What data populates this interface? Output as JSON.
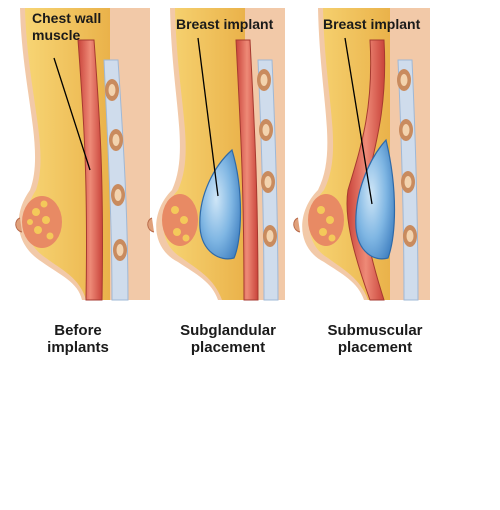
{
  "labels": {
    "chest_wall_muscle": {
      "line1": "Chest wall",
      "line2": "muscle"
    },
    "implant_1": "Breast implant",
    "implant_2": "Breast implant"
  },
  "captions": [
    {
      "line1": "Before",
      "line2": "implants"
    },
    {
      "line1": "Subglandular",
      "line2": "placement"
    },
    {
      "line1": "Submuscular",
      "line2": "placement"
    }
  ],
  "colors": {
    "skin": "#f2c9a8",
    "fat": "#f4c95a",
    "fat_dark": "#e0a53b",
    "muscle": "#d9584a",
    "muscle_light": "#ee8a77",
    "gland": "#e88a64",
    "rib": "#c98b5e",
    "rib_inner": "#f3d3ae",
    "pleura": "#9fb8d6",
    "implant": "#7fb6e3",
    "implant_dark": "#3f7fc0"
  }
}
